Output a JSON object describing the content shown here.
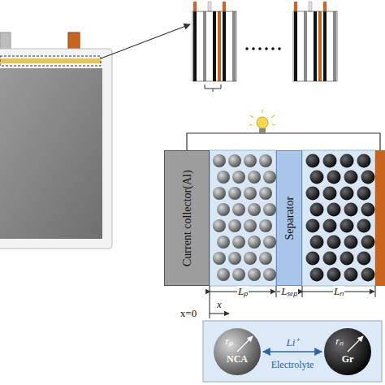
{
  "diagram": {
    "nodes": [
      {
        "text": [
          "Current collector(Al)"
        ]
      },
      {
        "text": [
          "Separator"
        ]
      },
      {
        "text": [
          "Electrolyte"
        ]
      },
      {
        "text": [
          "NCA",
          "rₚ"
        ],
        "in": 2
      },
      {
        "text": [
          "Gr",
          "rₙ"
        ],
        "in": 2
      }
    ],
    "edges": [
      {
        "from": 3,
        "to": 4,
        "arrow": "both",
        "label": "Li⁺"
      }
    ],
    "labels": [
      "Lₚ",
      "Lₛₑₚ",
      "Lₙ",
      "x=0",
      "x"
    ]
  }
}
